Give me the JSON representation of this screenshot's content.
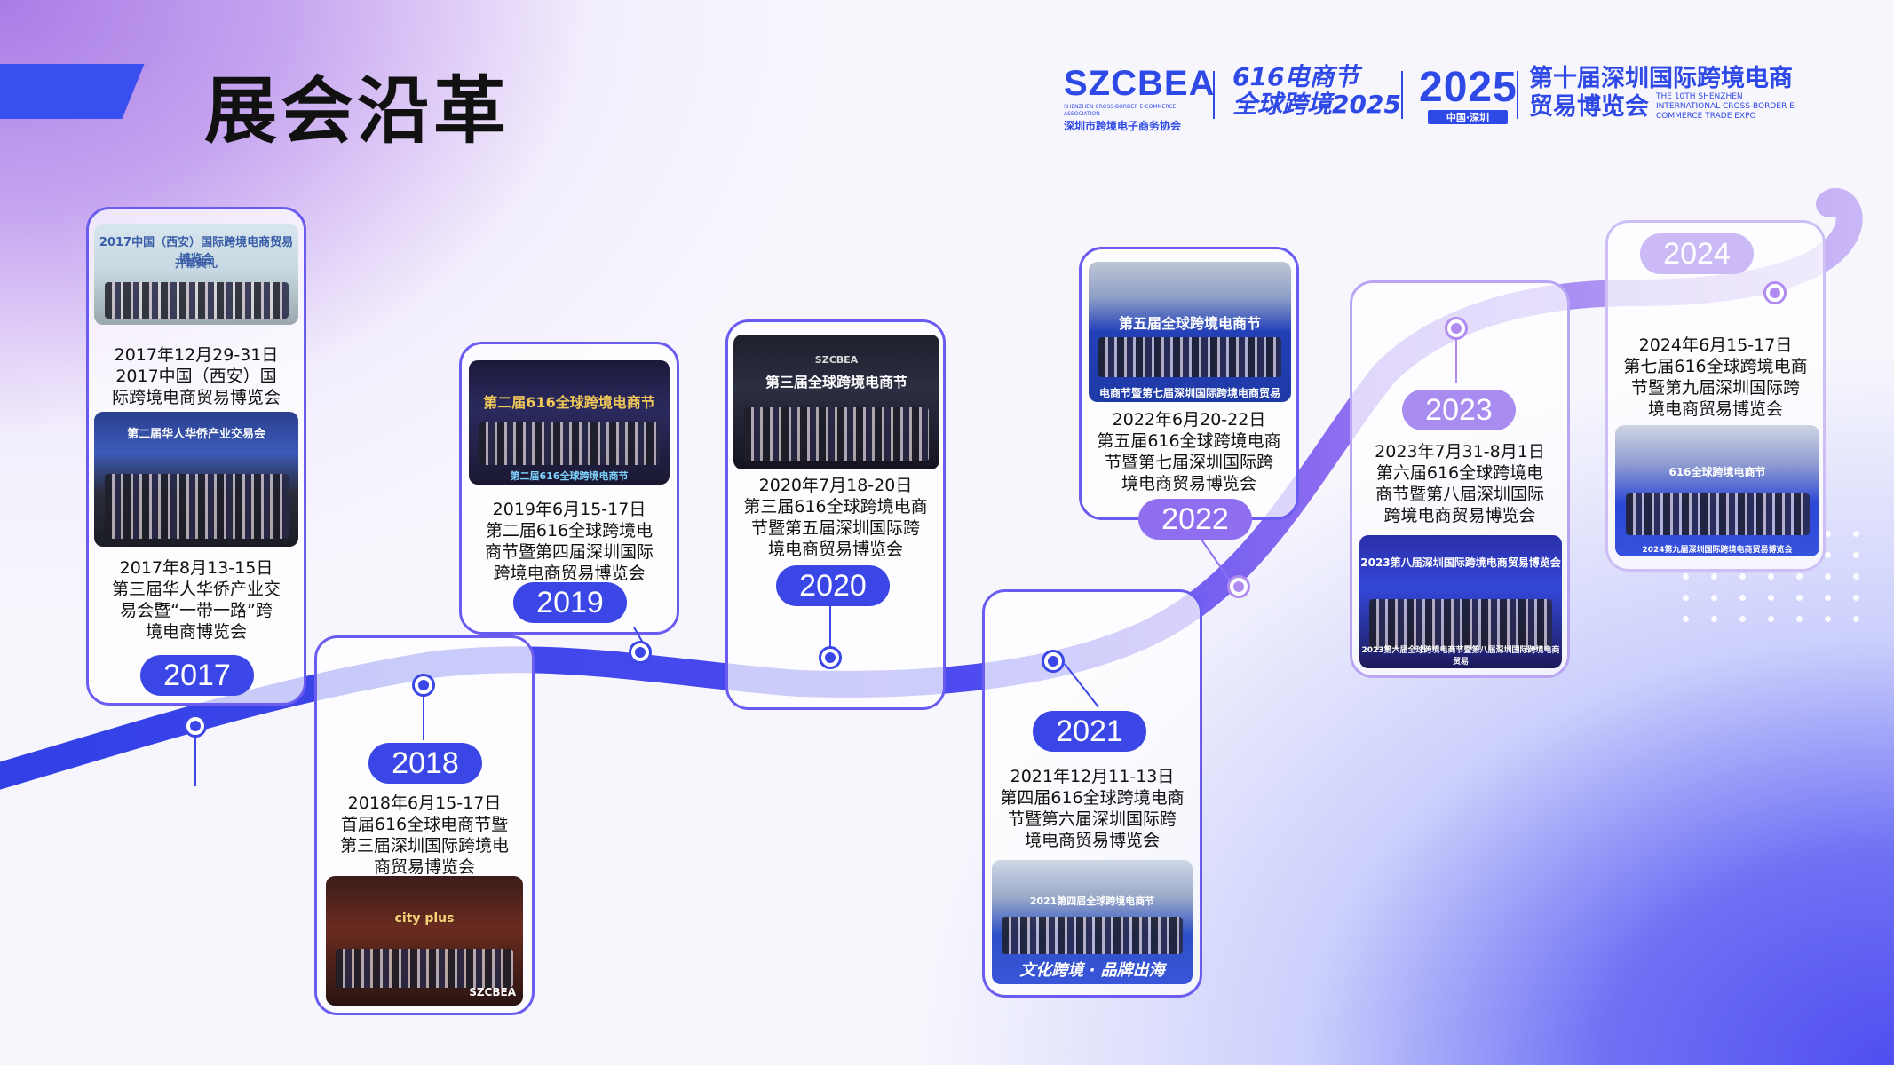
{
  "page": {
    "title": "展会沿革"
  },
  "header_logos": {
    "szcbea": {
      "name": "SZCBEA",
      "tagline_en": "SHENZHEN CROSS-BORDER E-COMMERCE ASSOCIATION",
      "tagline_cn": "深圳市跨境电子商务协会"
    },
    "festival": {
      "line1": "616电商节",
      "line2": "全球跨境2025"
    },
    "expo_year": {
      "year": "2025",
      "sub": "中国·深圳"
    },
    "expo_name": {
      "line1": "第十届深圳国际跨境电商",
      "line2": "贸易博览会",
      "en": "THE 10TH SHENZHEN INTERNATIONAL CROSS-BORDER E-COMMERCE TRADE EXPO"
    }
  },
  "colors": {
    "primary": "#3a47e6",
    "accent_light": "#b9a6f3",
    "card_border": "#6a5cf0"
  },
  "timeline": [
    {
      "year": "2017",
      "events": [
        {
          "date": "2017年12月29-31日",
          "lines": [
            "2017中国（西安）国",
            "际跨境电商贸易博览会"
          ]
        },
        {
          "date": "2017年8月13-15日",
          "lines": [
            "第三届华人华侨产业交",
            "易会暨“一带一路”跨",
            "境电商博览会"
          ]
        }
      ],
      "photos": [
        {
          "banner": "2017中国（西安）国际跨境电商贸易博览会",
          "sub": "开幕典礼"
        },
        {
          "banner": "第二届华人华侨产业交易会",
          "sub": ""
        }
      ]
    },
    {
      "year": "2018",
      "events": [
        {
          "date": "2018年6月15-17日",
          "lines": [
            "首届616全球电商节暨",
            "第三届深圳国际跨境电",
            "商贸易博览会"
          ]
        }
      ],
      "photos": [
        {
          "banner": "city plus",
          "sub": "SZCBEA"
        }
      ]
    },
    {
      "year": "2019",
      "events": [
        {
          "date": "2019年6月15-17日",
          "lines": [
            "第二届616全球跨境电",
            "商节暨第四届深圳国际",
            "跨境电商贸易博览会"
          ]
        }
      ],
      "photos": [
        {
          "banner": "第二届616全球跨境电商节",
          "sub": "第二届616全球跨境电商节"
        }
      ]
    },
    {
      "year": "2020",
      "events": [
        {
          "date": "2020年7月18-20日",
          "lines": [
            "第三届616全球跨境电商",
            "节暨第五届深圳国际跨",
            "境电商贸易博览会"
          ]
        }
      ],
      "photos": [
        {
          "banner": "第三届全球跨境电商节",
          "sub": "SZCBEA"
        }
      ]
    },
    {
      "year": "2021",
      "events": [
        {
          "date": "2021年12月11-13日",
          "lines": [
            "第四届616全球跨境电商",
            "节暨第六届深圳国际跨",
            "境电商贸易博览会"
          ]
        }
      ],
      "photos": [
        {
          "banner": "2021第四届全球跨境电商节",
          "sub": "文化跨境 · 品牌出海"
        }
      ]
    },
    {
      "year": "2022",
      "events": [
        {
          "date": "2022年6月20-22日",
          "lines": [
            "第五届616全球跨境电商",
            "节暨第七届深圳国际跨",
            "境电商贸易博览会"
          ]
        }
      ],
      "photos": [
        {
          "banner": "第五届全球跨境电商节",
          "sub": "电商节暨第七届深圳国际跨境电商贸易"
        }
      ]
    },
    {
      "year": "2023",
      "events": [
        {
          "date": "2023年7月31-8月1日",
          "lines": [
            "第六届616全球跨境电",
            "商节暨第八届深圳国际",
            "跨境电商贸易博览会"
          ]
        }
      ],
      "photos": [
        {
          "banner": "2023第八届深圳国际跨境电商贸易博览会",
          "sub": "2023第六届全球跨境电商节暨第八届深圳国际跨境电商贸易"
        }
      ]
    },
    {
      "year": "2024",
      "events": [
        {
          "date": "2024年6月15-17日",
          "lines": [
            "第七届616全球跨境电商",
            "节暨第九届深圳国际跨",
            "境电商贸易博览会"
          ]
        }
      ],
      "photos": [
        {
          "banner": "616全球跨境电商节",
          "sub": "2024第九届深圳国际跨境电商贸易博览会"
        }
      ]
    }
  ]
}
